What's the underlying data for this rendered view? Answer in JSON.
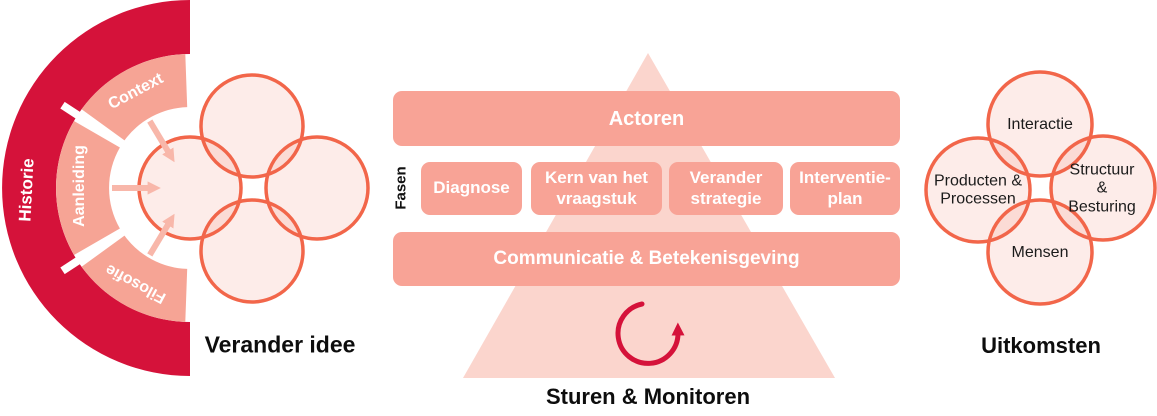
{
  "diagram": {
    "type": "change-management-model",
    "language": "nl"
  },
  "palette": {
    "crimson": "#d5123a",
    "salmon": "#f8a396",
    "salmon_light": "#f8b7aa",
    "pink_triangle": "#fbd5cd",
    "coral_stroke": "#f2664a",
    "circle_fill_tint": "#fdecea",
    "text_dark": "#0d0d0d",
    "text_white": "#ffffff"
  },
  "icons": {
    "loop": "cycle-arrow"
  },
  "left": {
    "ring_label": "Historie",
    "segments": [
      "Context",
      "Aanleiding",
      "Filosofie"
    ],
    "caption": "Verander idee"
  },
  "center": {
    "axis_label": "Fasen",
    "top_bar": "Actoren",
    "phases": [
      "Diagnose",
      "Kern van het\nvraagstuk",
      "Verander\nstrategie",
      "Interventie-\nplan"
    ],
    "bottom_bar": "Communicatie & Betekenisgeving",
    "caption": "Sturen & Monitoren"
  },
  "right": {
    "circles": [
      "Interactie",
      "Producten &\nProcessen",
      "Structuur &\nBesturing",
      "Mensen"
    ],
    "caption": "Uitkomsten"
  }
}
